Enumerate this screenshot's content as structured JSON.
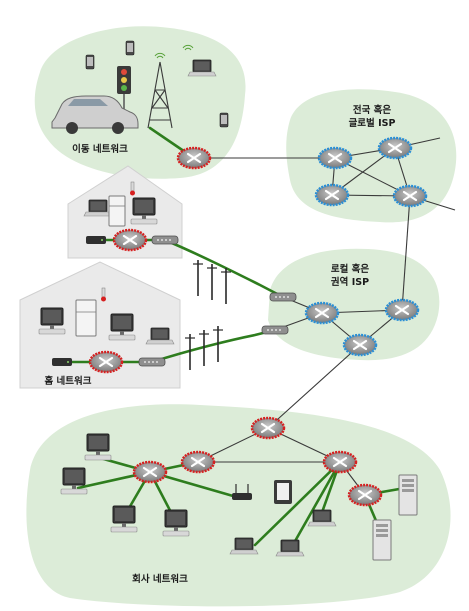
{
  "labels": {
    "mobile_network": "이동 네트워크",
    "global_isp_line1": "전국 혹은",
    "global_isp_line2": "글로벌 ISP",
    "regional_isp_line1": "로컬 혹은",
    "regional_isp_line2": "권역 ISP",
    "home_network": "홈 네트워크",
    "enterprise_network": "회사 네트워크"
  },
  "colors": {
    "region_fill": "#dcecd8",
    "house_fill": "#eaeaea",
    "access_link": "#2e7d1e",
    "core_link": "#3a3a3a",
    "edge_router_ring": "#d62020",
    "isp_router_ring": "#2a8fd6",
    "router_body": "#9c9c9c"
  }
}
